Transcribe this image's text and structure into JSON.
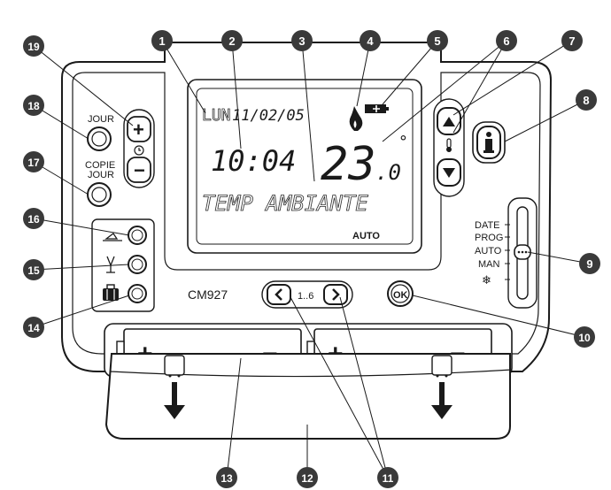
{
  "device": {
    "model": "CM927",
    "display": {
      "day": "LUN",
      "date": "11/02/05",
      "time": "10:04",
      "temperature_main": "23",
      "temperature_decimal": ".0",
      "degree_symbol": "°",
      "message": "TEMP AMBIANTE",
      "mode": "AUTO"
    },
    "buttons": {
      "day_label": "JOUR",
      "copy_day_label_1": "COPIE",
      "copy_day_label_2": "JOUR",
      "plus": "+",
      "minus": "−",
      "ok": "OK",
      "program_range": "1..6"
    },
    "slider_positions": [
      "DATE",
      "PROG",
      "AUTO",
      "MAN",
      "❄"
    ],
    "battery_terminals": [
      "+",
      "−",
      "+",
      "−"
    ]
  },
  "callouts": [
    "1",
    "2",
    "3",
    "4",
    "5",
    "6",
    "7",
    "8",
    "9",
    "10",
    "11",
    "12",
    "13",
    "14",
    "15",
    "16",
    "17",
    "18",
    "19"
  ],
  "colors": {
    "ink": "#1a1a1a",
    "callout_fill": "#3a3a3a",
    "body": "#ffffff"
  }
}
